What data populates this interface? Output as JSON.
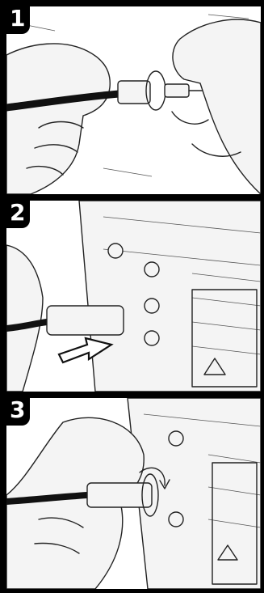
{
  "steps": [
    {
      "number": "1"
    },
    {
      "number": "2"
    },
    {
      "number": "3"
    }
  ],
  "colors": {
    "ink": "#000000",
    "paper": "#ffffff"
  },
  "icons": [
    "connector-illustration",
    "push-arrow-icon",
    "twist-lock-arrow-icon",
    "warning-triangle-icon"
  ]
}
